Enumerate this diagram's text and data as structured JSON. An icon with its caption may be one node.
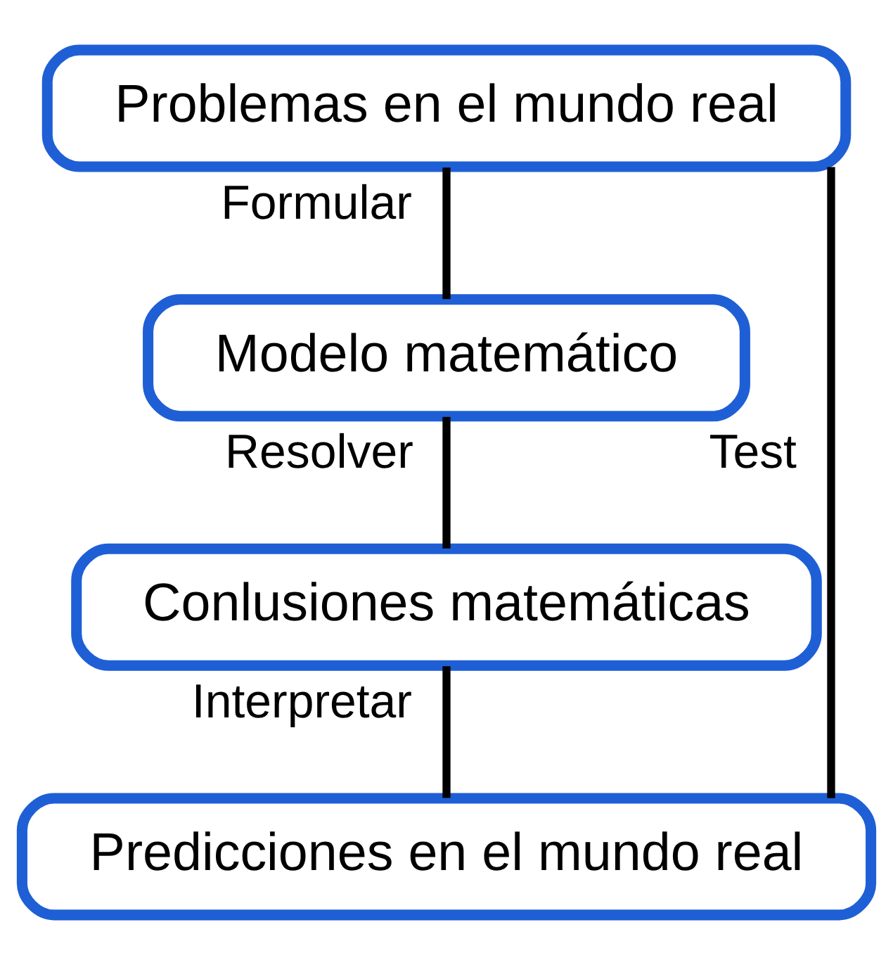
{
  "diagram": {
    "nodes": [
      {
        "text": [
          "Problemas en el mundo real"
        ]
      },
      {
        "text": [
          "Modelo matemático"
        ]
      },
      {
        "text": [
          "Conlusiones matemáticas"
        ]
      },
      {
        "text": [
          "Predicciones en el mundo real"
        ]
      }
    ],
    "edges": [
      {
        "from": 0,
        "to": 1,
        "arrow": "none",
        "label": "Formular"
      },
      {
        "from": 1,
        "to": 2,
        "arrow": "none",
        "label": "Resolver"
      },
      {
        "from": 2,
        "to": 3,
        "arrow": "none",
        "label": "Interpretar"
      },
      {
        "from": 0,
        "to": 3,
        "arrow": "none",
        "label": "Test"
      }
    ]
  }
}
